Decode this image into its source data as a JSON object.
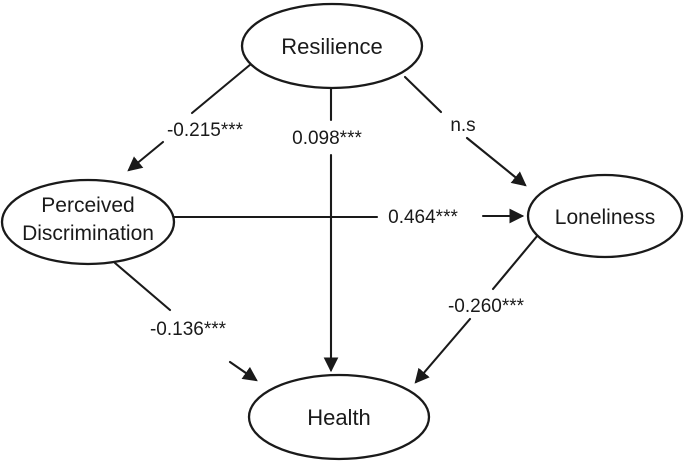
{
  "figure": {
    "type": "path-diagram",
    "background_color": "#ffffff",
    "stroke_color": "#1a1a1a",
    "text_color": "#1a1a1a"
  },
  "nodes": {
    "resilience": {
      "label": "Resilience"
    },
    "perceived_discrimination": {
      "label": "Perceived Discrimination",
      "lines": [
        "Perceived",
        "Discrimination"
      ]
    },
    "loneliness": {
      "label": "Loneliness"
    },
    "health": {
      "label": "Health"
    }
  },
  "edges": [
    {
      "from": "Resilience",
      "to": "Perceived Discrimination",
      "label": "-0.215***",
      "coefficient": -0.215,
      "significance": "***"
    },
    {
      "from": "Resilience",
      "to": "Health",
      "label": "0.098***",
      "coefficient": 0.098,
      "significance": "***"
    },
    {
      "from": "Resilience",
      "to": "Loneliness",
      "label": "n.s",
      "coefficient": null,
      "significance": "not significant"
    },
    {
      "from": "Perceived Discrimination",
      "to": "Loneliness",
      "label": "0.464***",
      "coefficient": 0.464,
      "significance": "***"
    },
    {
      "from": "Perceived Discrimination",
      "to": "Health",
      "label": "-0.136***",
      "coefficient": -0.136,
      "significance": "***"
    },
    {
      "from": "Loneliness",
      "to": "Health",
      "label": "-0.260***",
      "coefficient": -0.26,
      "significance": "***"
    }
  ]
}
